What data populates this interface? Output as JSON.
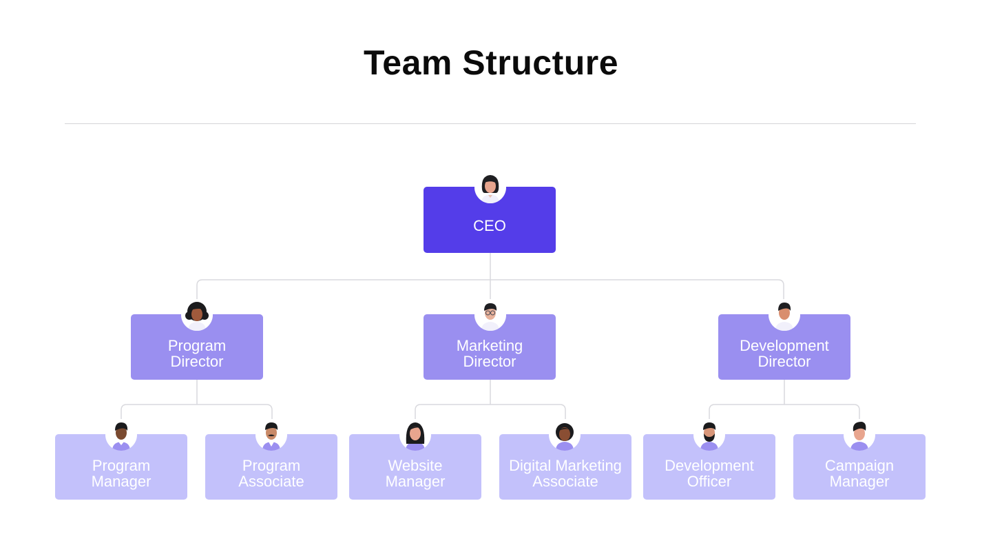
{
  "page": {
    "title": "Team Structure"
  },
  "org_chart": {
    "ceo": {
      "label": "CEO",
      "avatar": "woman-bob-hair-avatar-icon"
    },
    "directors": [
      {
        "label": "Program\nDirector",
        "avatar": "woman-curly-hair-avatar-icon",
        "reports": [
          {
            "label": "Program\nManager",
            "avatar": "man-short-hair-avatar-icon"
          },
          {
            "label": "Program\nAssociate",
            "avatar": "man-mustache-avatar-icon"
          }
        ]
      },
      {
        "label": "Marketing\nDirector",
        "avatar": "man-glasses-avatar-icon",
        "reports": [
          {
            "label": "Website\nManager",
            "avatar": "woman-long-hair-avatar-icon"
          },
          {
            "label": "Digital Marketing\nAssociate",
            "avatar": "woman-short-hair-avatar-icon"
          }
        ]
      },
      {
        "label": "Development\nDirector",
        "avatar": "man-short-hair-avatar-icon",
        "reports": [
          {
            "label": "Development\nOfficer",
            "avatar": "man-beard-avatar-icon"
          },
          {
            "label": "Campaign\nManager",
            "avatar": "man-quiff-avatar-icon"
          }
        ]
      }
    ]
  },
  "colors": {
    "level0": "#543de9",
    "level1": "#9a8ff0",
    "level2": "#c3c1fb",
    "connector": "#d9d9de"
  }
}
